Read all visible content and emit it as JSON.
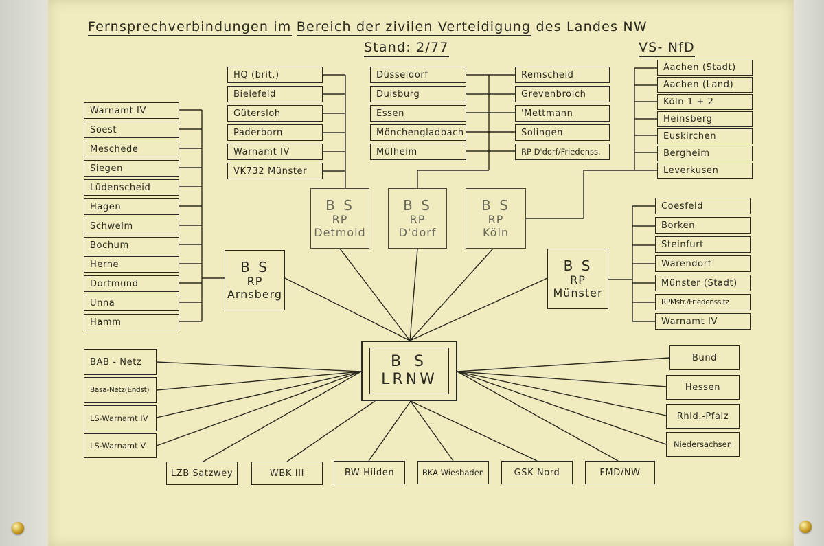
{
  "title": {
    "part1": "Fernsprechverbindungen im",
    "part2": "Bereich der zivilen Verteidigung",
    "part3": "des Landes NW",
    "stand": "Stand: 2/77",
    "classification": "VS- NfD"
  },
  "hubs": {
    "arnsberg": {
      "l1": "B S",
      "l2": "RP",
      "l3": "Arnsberg"
    },
    "detmold": {
      "l1": "B S",
      "l2": "RP",
      "l3": "Detmold"
    },
    "ddorf": {
      "l1": "B S",
      "l2": "RP",
      "l3": "D'dorf"
    },
    "koeln": {
      "l1": "B S",
      "l2": "RP",
      "l3": "Köln"
    },
    "muenster": {
      "l1": "B S",
      "l2": "RP",
      "l3": "Münster"
    },
    "lrnw": {
      "l1": "B S",
      "l2": "LRNW"
    }
  },
  "arnsberg_list": [
    "Warnamt IV",
    "Soest",
    "Meschede",
    "Siegen",
    "Lüdenscheid",
    "Hagen",
    "Schwelm",
    "Bochum",
    "Herne",
    "Dortmund",
    "Unna",
    "Hamm"
  ],
  "detmold_list": [
    "HQ (brit.)",
    "Bielefeld",
    "Gütersloh",
    "Paderborn",
    "Warnamt IV",
    "VK732 Münster"
  ],
  "ddorf_list": [
    "Düsseldorf",
    "Duisburg",
    "Essen",
    "Mönchengladbach",
    "Mülheim"
  ],
  "ddorf_list_right": [
    "Remscheid",
    "Grevenbroich",
    "'Mettmann",
    "Solingen",
    "RP D'dorf/Friedenss."
  ],
  "koeln_list": [
    "Aachen (Stadt)",
    "Aachen (Land)",
    "Köln 1 + 2",
    "Heinsberg",
    "Euskirchen",
    "Bergheim",
    "Leverkusen"
  ],
  "muenster_list": [
    "Coesfeld",
    "Borken",
    "Steinfurt",
    "Warendorf",
    "Münster (Stadt)",
    "RPMstr./Friedenssitz",
    "Warnamt IV"
  ],
  "lrnw_left": [
    "BAB - Netz",
    "Basa-Netz(Endst)",
    "LS-Warnamt IV",
    "LS-Warnamt V"
  ],
  "lrnw_bottom": [
    "LZB Satzwey",
    "WBK III",
    "BW Hilden",
    "BKA Wiesbaden",
    "GSK Nord",
    "FMD/NW"
  ],
  "lrnw_right": [
    "Bund",
    "Hessen",
    "Rhld.-Pfalz",
    "Niedersachsen"
  ]
}
